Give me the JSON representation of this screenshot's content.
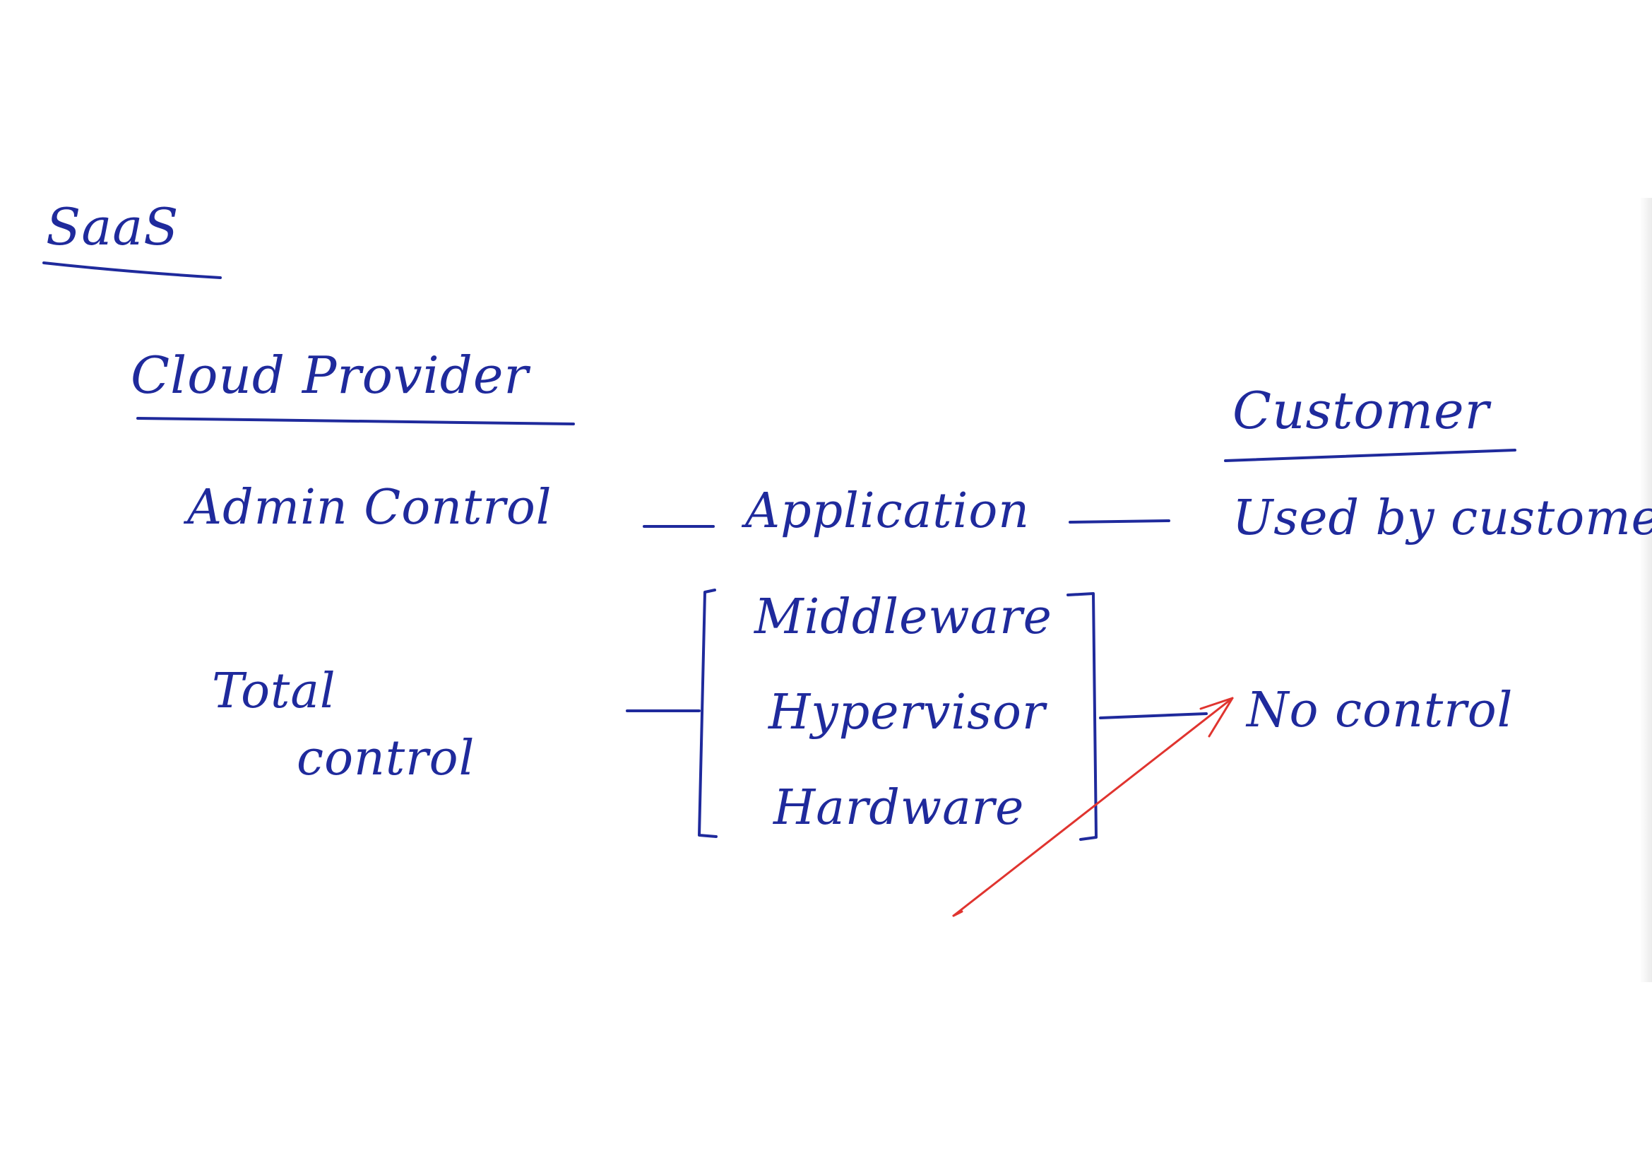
{
  "title": "SaaS",
  "columns": {
    "provider": "Cloud Provider",
    "customer": "Customer"
  },
  "rows": {
    "admin": {
      "label": "Admin Control",
      "layer": "Application",
      "customer": "Used by customer"
    },
    "total": {
      "label_line1": "Total",
      "label_line2": "control",
      "layers": [
        "Middleware",
        "Hypervisor",
        "Hardware"
      ],
      "customer": "No control"
    }
  },
  "colors": {
    "ink": "#1f2a9c",
    "correction": "#e0342f"
  }
}
